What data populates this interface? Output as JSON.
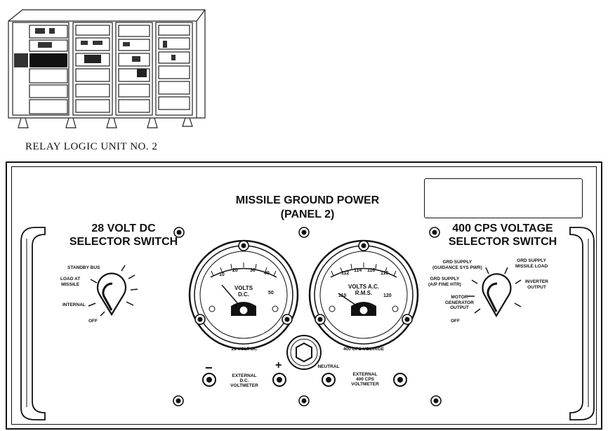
{
  "relay_unit": {
    "caption": "RELAY LOGIC UNIT NO. 2"
  },
  "panel": {
    "title_line1": "MISSILE GROUND POWER",
    "title_line2": "(PANEL 2)",
    "dc_switch": {
      "heading_line1": "28 VOLT DC",
      "heading_line2": "SELECTOR SWITCH",
      "positions": [
        "STANDBY BUS",
        "LOAD AT\nMISSILE",
        "INTERNAL",
        "OFF"
      ]
    },
    "ac_switch": {
      "heading_line1": "400 CPS VOLTAGE",
      "heading_line2": "SELECTOR SWITCH",
      "positions": [
        "GRD SUPPLY\n(GUIDANCE SYS PWR)",
        "GRD SUPPLY\nMISSILE LOAD",
        "GRD SUPPLY\n(A/P FINE HTR)",
        "INVERTER\nOUTPUT",
        "MOTOR\nGENERATOR\nOUTPUT",
        "OFF"
      ]
    },
    "dc_meter": {
      "label": "28 VOLT DC",
      "face_line1": "VOLTS",
      "face_line2": "D.C.",
      "ticks": [
        "10",
        "20",
        "30",
        "40",
        "50"
      ]
    },
    "ac_meter": {
      "label": "400 CPS VOLTAGE",
      "face_line1": "VOLTS A.C.",
      "face_line2": "R.M.S.",
      "ticks": [
        "110",
        "112",
        "114",
        "116",
        "118",
        "120"
      ]
    },
    "jacks": {
      "minus": "−",
      "plus": "+",
      "ext_dc": "EXTERNAL\nD.C.\nVOLTMETER",
      "neutral": "NEUTRAL",
      "ext_ac": "EXTERNAL\n400 CPS\nVOLTMETER"
    }
  }
}
